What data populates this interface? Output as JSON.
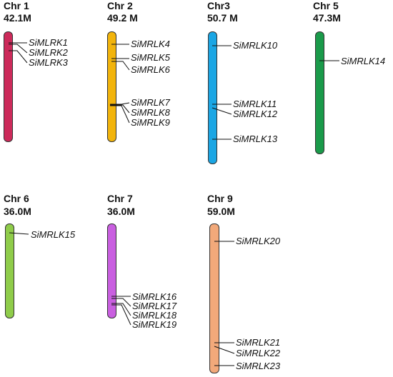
{
  "chromosomes": [
    {
      "name": "Chr 1",
      "length": "42.1M",
      "color": "#cc2a5a",
      "genes": [
        "SiMLRK1",
        "SiMLRK2",
        "SiMLRK3"
      ]
    },
    {
      "name": "Chr 2",
      "length": "49.2 M",
      "color": "#f2b40c",
      "genes": [
        "SiMRLK4",
        "SiMRLK5",
        "SiMRLK6",
        "SiMRLK7",
        "SiMRLK8",
        "SiMRLK9"
      ]
    },
    {
      "name": "Chr3",
      "length": "50.7 M",
      "color": "#1ba6e4",
      "genes": [
        "SiMRLK10",
        "SiMRLK11",
        "SiMRLK12",
        "SiMRLK13"
      ]
    },
    {
      "name": "Chr 5",
      "length": "47.3M",
      "color": "#1a9a4a",
      "genes": [
        "SiMRLK14"
      ]
    },
    {
      "name": "Chr 6",
      "length": "36.0M",
      "color": "#8fcc4a",
      "genes": [
        "SiMRLK15"
      ]
    },
    {
      "name": "Chr 7",
      "length": "36.0M",
      "color": "#c95fe0",
      "genes": [
        "SiMRLK16",
        "SiMRLK17",
        "SiMRLK18",
        "SiMRLK19"
      ]
    },
    {
      "name": "Chr 9",
      "length": "59.0M",
      "color": "#f2a97a",
      "genes": [
        "SiMRLK20",
        "SiMRLK21",
        "SiMRLK22",
        "SiMRLK23"
      ]
    }
  ]
}
